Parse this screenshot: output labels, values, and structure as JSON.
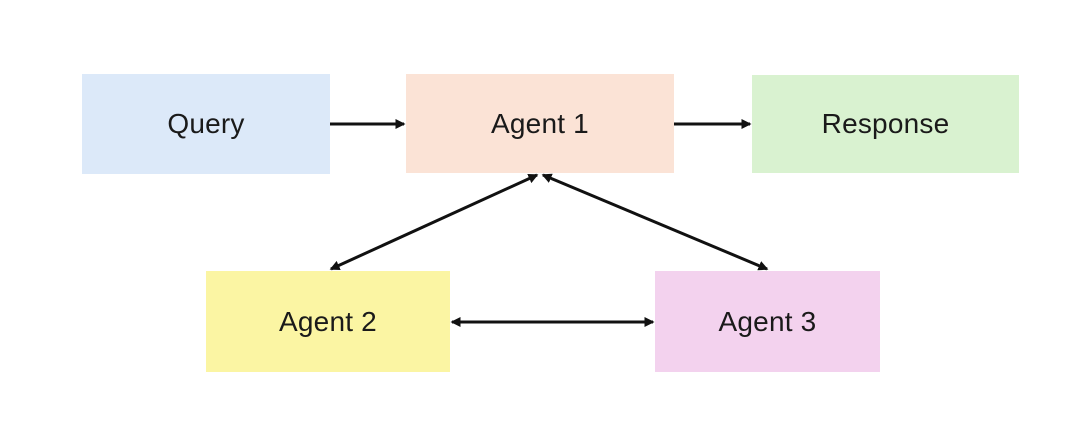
{
  "diagram": {
    "nodes": [
      {
        "id": "query",
        "label": "Query",
        "color": "#dce9f9"
      },
      {
        "id": "agent1",
        "label": "Agent 1",
        "color": "#fbe3d6"
      },
      {
        "id": "response",
        "label": "Response",
        "color": "#d9f2d0"
      },
      {
        "id": "agent2",
        "label": "Agent 2",
        "color": "#fbf5a3"
      },
      {
        "id": "agent3",
        "label": "Agent 3",
        "color": "#f3d2ee"
      }
    ],
    "edges": [
      {
        "from": "query",
        "to": "agent1",
        "direction": "forward"
      },
      {
        "from": "agent1",
        "to": "response",
        "direction": "forward"
      },
      {
        "from": "agent1",
        "to": "agent2",
        "direction": "both"
      },
      {
        "from": "agent1",
        "to": "agent3",
        "direction": "both"
      },
      {
        "from": "agent2",
        "to": "agent3",
        "direction": "both"
      }
    ],
    "edge_color": "#111111"
  }
}
